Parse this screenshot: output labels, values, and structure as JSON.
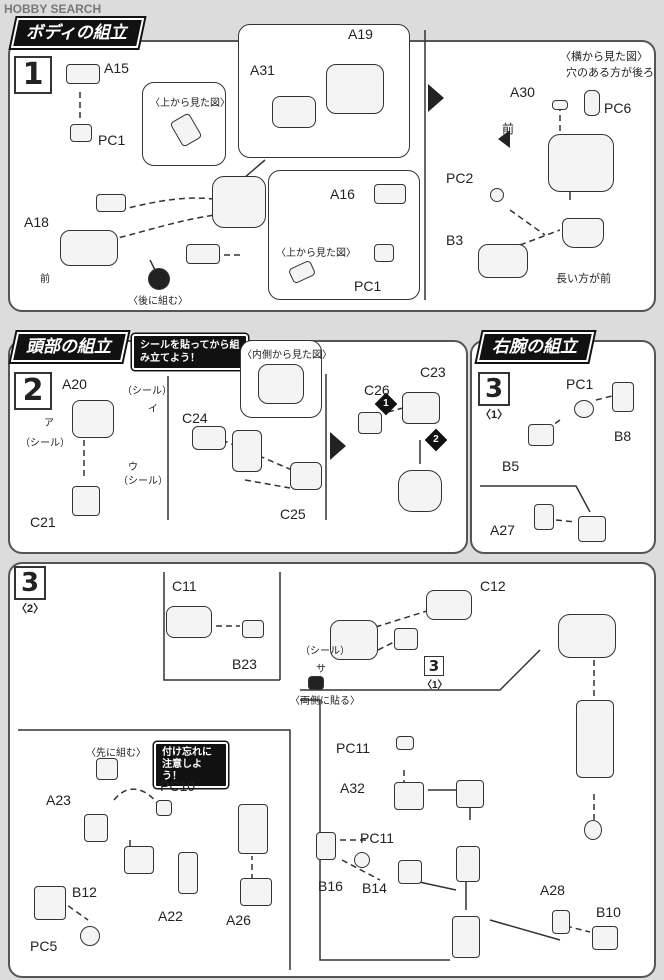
{
  "watermark": "HOBBY SEARCH",
  "section1": {
    "title": "ボディの組立",
    "number": "1",
    "top_view": "〈上から見た図〉",
    "top_view_2": "〈上から見た図〉",
    "side_view": "〈横から見た図〉",
    "hole_side_back": "穴のある方が後ろ",
    "long_side_front": "長い方が前",
    "combine_later": "〈後に組む〉",
    "front": "前",
    "front_2": "前",
    "labels": {
      "a15": "A15",
      "pc1": "PC1",
      "a31": "A31",
      "a19": "A19",
      "a18": "A18",
      "a16": "A16",
      "pc1b": "PC1",
      "a30": "A30",
      "pc6": "PC6",
      "pc2": "PC2",
      "b3": "B3"
    }
  },
  "section2": {
    "title": "頭部の組立",
    "number": "2",
    "sticker_note": "シールを貼ってから組み立てよう！",
    "inner_view": "〈内側から見た図〉",
    "sticker": "（シール）",
    "sticker_2": "（シール）",
    "sticker_3": "（シール）",
    "sticker_a": "ア",
    "sticker_i": "イ",
    "sticker_u": "ウ",
    "labels": {
      "a20": "A20",
      "c21": "C21",
      "c24": "C24",
      "c25": "C25",
      "c26": "C26",
      "c23": "C23"
    },
    "step1": "1",
    "step2": "2"
  },
  "section3_1": {
    "title": "右腕の組立",
    "number": "3",
    "sub": "〈1〉",
    "labels": {
      "pc1": "PC1",
      "b8": "B8",
      "b5": "B5",
      "a27": "A27"
    }
  },
  "section3_2": {
    "number": "3",
    "sub": "〈2〉",
    "ref_number": "3",
    "ref_sub": "〈1〉",
    "sticker": "（シール）",
    "sticker_sa": "サ",
    "both_sides": "〈両側に貼る〉",
    "combine_first": "〈先に組む〉",
    "dont_forget": "付け忘れに注意しよう！",
    "labels": {
      "c11": "C11",
      "b23": "B23",
      "c12": "C12",
      "pc10": "PC10",
      "a23": "A23",
      "a22": "A22",
      "b12": "B12",
      "pc5": "PC5",
      "a26": "A26",
      "pc11": "PC11",
      "a32": "A32",
      "pc11b": "PC11",
      "b16": "B16",
      "b14": "B14",
      "a28": "A28",
      "b10": "B10"
    }
  }
}
